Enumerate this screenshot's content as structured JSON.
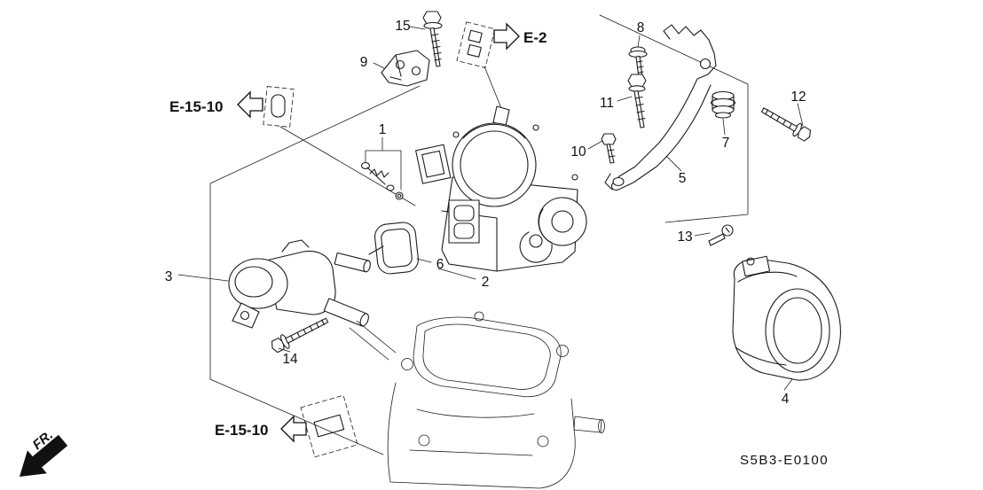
{
  "diagram": {
    "code": "S5B3-E0100",
    "fr": "FR.",
    "refs": {
      "e2": "E-2",
      "e1510_top": "E-15-10",
      "e1510_bottom": "E-15-10"
    },
    "parts": [
      "1",
      "2",
      "3",
      "4",
      "5",
      "6",
      "7",
      "8",
      "9",
      "10",
      "11",
      "12",
      "13",
      "14",
      "15"
    ]
  },
  "colors": {
    "line": "#1c1c1c",
    "background": "#ffffff"
  }
}
